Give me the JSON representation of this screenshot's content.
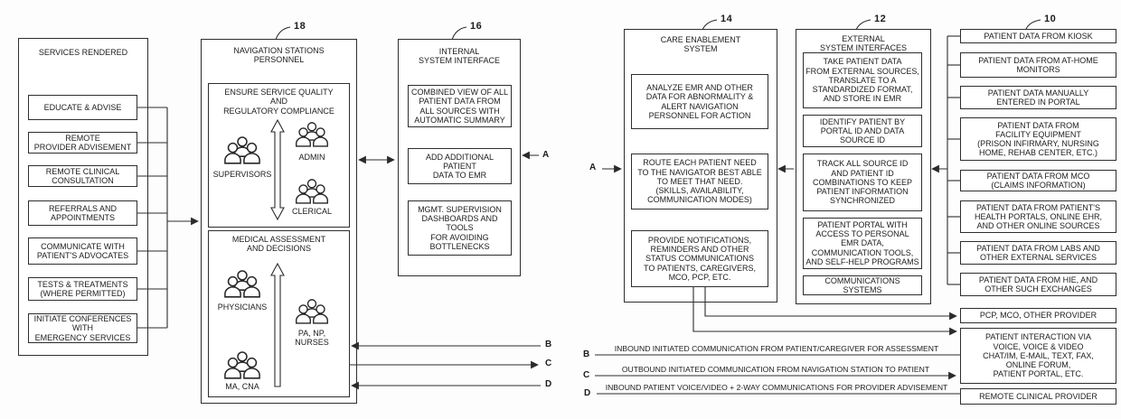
{
  "figure": {
    "background": "#fdfdfd",
    "line_color": "#2b2b2b"
  },
  "refs": {
    "navigation": "18",
    "internal": "16",
    "care": "14",
    "external": "12",
    "sources": "10"
  },
  "labels": {
    "a": "A",
    "b": "B",
    "c": "C",
    "d": "D"
  },
  "services": {
    "title": "SERVICES RENDERED",
    "items": [
      "EDUCATE & ADVISE",
      "REMOTE\nPROVIDER ADVISEMENT",
      "REMOTE CLINICAL\nCONSULTATION",
      "REFERRALS AND\nAPPOINTMENTS",
      "COMMUNICATE WITH\nPATIENT'S ADVOCATES",
      "TESTS & TREATMENTS\n(WHERE PERMITTED)",
      "INITIATE CONFERENCES\nWITH\nEMERGENCY SERVICES"
    ]
  },
  "navigation": {
    "title": "NAVIGATION STATIONS\nPERSONNEL",
    "quality": {
      "title": "ENSURE SERVICE QUALITY\nAND\nREGULATORY COMPLIANCE",
      "roles": {
        "supervisors": "SUPERVISORS",
        "admin": "ADMIN",
        "clerical": "CLERICAL"
      }
    },
    "medical": {
      "title": "MEDICAL ASSESSMENT\nAND DECISIONS",
      "roles": {
        "physicians": "PHYSICIANS",
        "pa_np": "PA, NP,\nNURSES",
        "ma_cna": "MA, CNA"
      }
    }
  },
  "internal_interface": {
    "title": "INTERNAL\nSYSTEM INTERFACE",
    "items": [
      "COMBINED VIEW OF ALL\nPATIENT DATA FROM\nALL SOURCES WITH\nAUTOMATIC SUMMARY",
      "ADD ADDITIONAL\nPATIENT\nDATA TO EMR",
      "MGMT. SUPERVISION\nDASHBOARDS AND\nTOOLS\nFOR AVOIDING\nBOTTLENECKS"
    ]
  },
  "care_system": {
    "title": "CARE ENABLEMENT\nSYSTEM",
    "items": [
      "ANALYZE EMR AND OTHER\nDATA FOR ABNORMALITY &\nALERT NAVIGATION\nPERSONNEL FOR ACTION",
      "ROUTE EACH PATIENT NEED\nTO THE NAVIGATOR BEST ABLE\nTO MEET THAT NEED.\n(SKILLS, AVAILABILITY,\nCOMMUNICATION MODES)",
      "PROVIDE NOTIFICATIONS,\nREMINDERS AND OTHER\nSTATUS COMMUNICATIONS\nTO PATIENTS, CAREGIVERS,\nMCO, PCP, ETC."
    ]
  },
  "external_interfaces": {
    "title": "EXTERNAL\nSYSTEM INTERFACES",
    "items": [
      "TAKE PATIENT DATA\nFROM EXTERNAL SOURCES,\nTRANSLATE TO A\nSTANDARDIZED FORMAT,\nAND STORE IN EMR",
      "IDENTIFY PATIENT BY\nPORTAL ID AND DATA\nSOURCE ID",
      "TRACK ALL SOURCE ID\nAND PATIENT ID\nCOMBINATIONS TO KEEP\nPATIENT INFORMATION\nSYNCHRONIZED",
      "PATIENT PORTAL WITH\nACCESS TO PERSONAL\nEMR DATA,\nCOMMUNICATION TOOLS,\nAND SELF-HELP PROGRAMS",
      "COMMUNICATIONS SYSTEMS"
    ]
  },
  "data_sources": {
    "items": [
      "PATIENT DATA FROM KIOSK",
      "PATIENT DATA FROM AT-HOME\nMONITORS",
      "PATIENT DATA MANUALLY\nENTERED IN PORTAL",
      "PATIENT DATA FROM\nFACILITY EQUIPMENT\n(PRISON INFIRMARY, NURSING\nHOME, REHAB CENTER, ETC.)",
      "PATIENT DATA FROM MCO\n(CLAIMS INFORMATION)",
      "PATIENT DATA FROM PATIENT'S\nHEALTH PORTALS, ONLINE EHR,\nAND OTHER ONLINE SOURCES",
      "PATIENT DATA FROM LABS AND\nOTHER EXTERNAL SERVICES",
      "PATIENT DATA FROM HIE, AND\nOTHER SUCH EXCHANGES"
    ]
  },
  "endpoints": {
    "pcp": "PCP, MCO, OTHER PROVIDER",
    "patient_interaction": "PATIENT INTERACTION VIA\nVOICE, VOICE & VIDEO\nCHAT/IM, E-MAIL, TEXT, FAX,\nONLINE FORUM,\nPATIENT PORTAL, ETC.",
    "remote_provider": "REMOTE CLINICAL PROVIDER"
  },
  "channels": {
    "b": "INBOUND INITIATED COMMUNICATION FROM PATIENT/CAREGIVER FOR ASSESSMENT",
    "c": "OUTBOUND INITIATED COMMUNICATION FROM NAVIGATION STATION TO PATIENT",
    "d": "INBOUND PATIENT VOICE/VIDEO + 2-WAY COMMUNICATIONS FOR PROVIDER ADVISEMENT"
  }
}
